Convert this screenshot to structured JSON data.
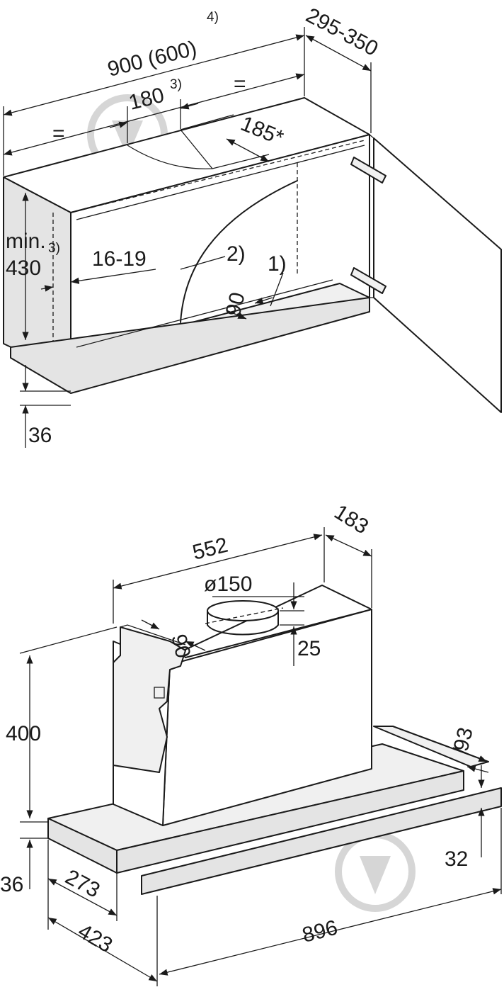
{
  "cabinet_diagram": {
    "width_label": "900 (600)",
    "width_note": "4)",
    "depth_label": "295-350",
    "opening_label": "180",
    "opening_note": "3)",
    "equal_left": "=",
    "equal_right": "=",
    "cutout_label": "185*",
    "min_prefix": "min.",
    "height_label": "430",
    "height_note": "3)",
    "panel_label": "16-19",
    "callout_2": "2)",
    "callout_1": "1)",
    "setback_label": "90",
    "bottom_label": "36"
  },
  "hood_diagram": {
    "motor_width_label": "552",
    "motor_depth_label": "183",
    "duct_label": "ø150",
    "offset_label": "90",
    "collar_label": "25",
    "height_label": "400",
    "front_label": "93",
    "canopy_label": "36",
    "trim_label": "32",
    "depth_inner_label": "273",
    "depth_outer_label": "423",
    "width_label": "896"
  },
  "watermark_icon": "brand-drop-icon",
  "colors": {
    "line": "#1a1a1a",
    "fill_grey": "#e4e4e4",
    "watermark": "#d6d6d6"
  }
}
